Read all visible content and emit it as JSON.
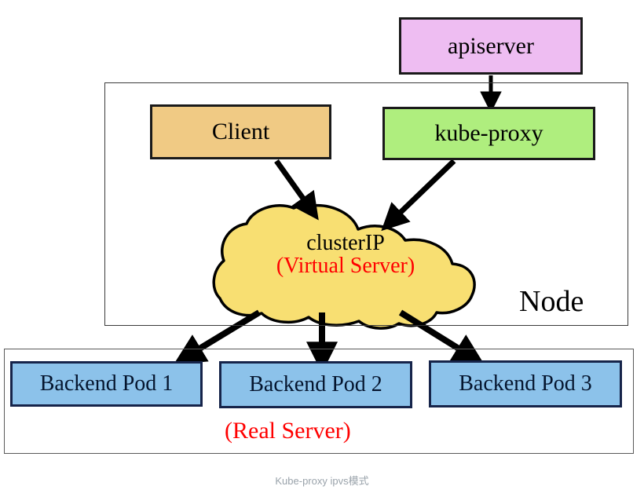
{
  "diagram": {
    "caption": "Kube-proxy ipvs模式",
    "node_group_label": "Node",
    "real_server_label": "(Real Server)",
    "colors": {
      "apiserver_fill": "#EEBDF2",
      "client_fill": "#F0CA84",
      "kube_proxy_fill": "#AFEE7E",
      "cloud_fill": "#F8DF72",
      "pod_fill": "#8CC2EA",
      "arrow": "#000000",
      "red_text": "#FF0000",
      "caption_text": "#9AA3AB"
    },
    "boxes": {
      "apiserver": {
        "label": "apiserver"
      },
      "client": {
        "label": "Client"
      },
      "kube_proxy": {
        "label": "kube-proxy"
      },
      "cloud_line1": "clusterIP",
      "cloud_line2": "(Virtual Server)"
    },
    "pods": [
      {
        "label": "Backend Pod 1"
      },
      {
        "label": "Backend Pod 2"
      },
      {
        "label": "Backend Pod 3"
      }
    ],
    "edges": [
      {
        "from": "apiserver",
        "to": "kube-proxy"
      },
      {
        "from": "client",
        "to": "clusterIP"
      },
      {
        "from": "kube-proxy",
        "to": "clusterIP"
      },
      {
        "from": "clusterIP",
        "to": "Backend Pod 1"
      },
      {
        "from": "clusterIP",
        "to": "Backend Pod 2"
      },
      {
        "from": "clusterIP",
        "to": "Backend Pod 3"
      }
    ]
  }
}
